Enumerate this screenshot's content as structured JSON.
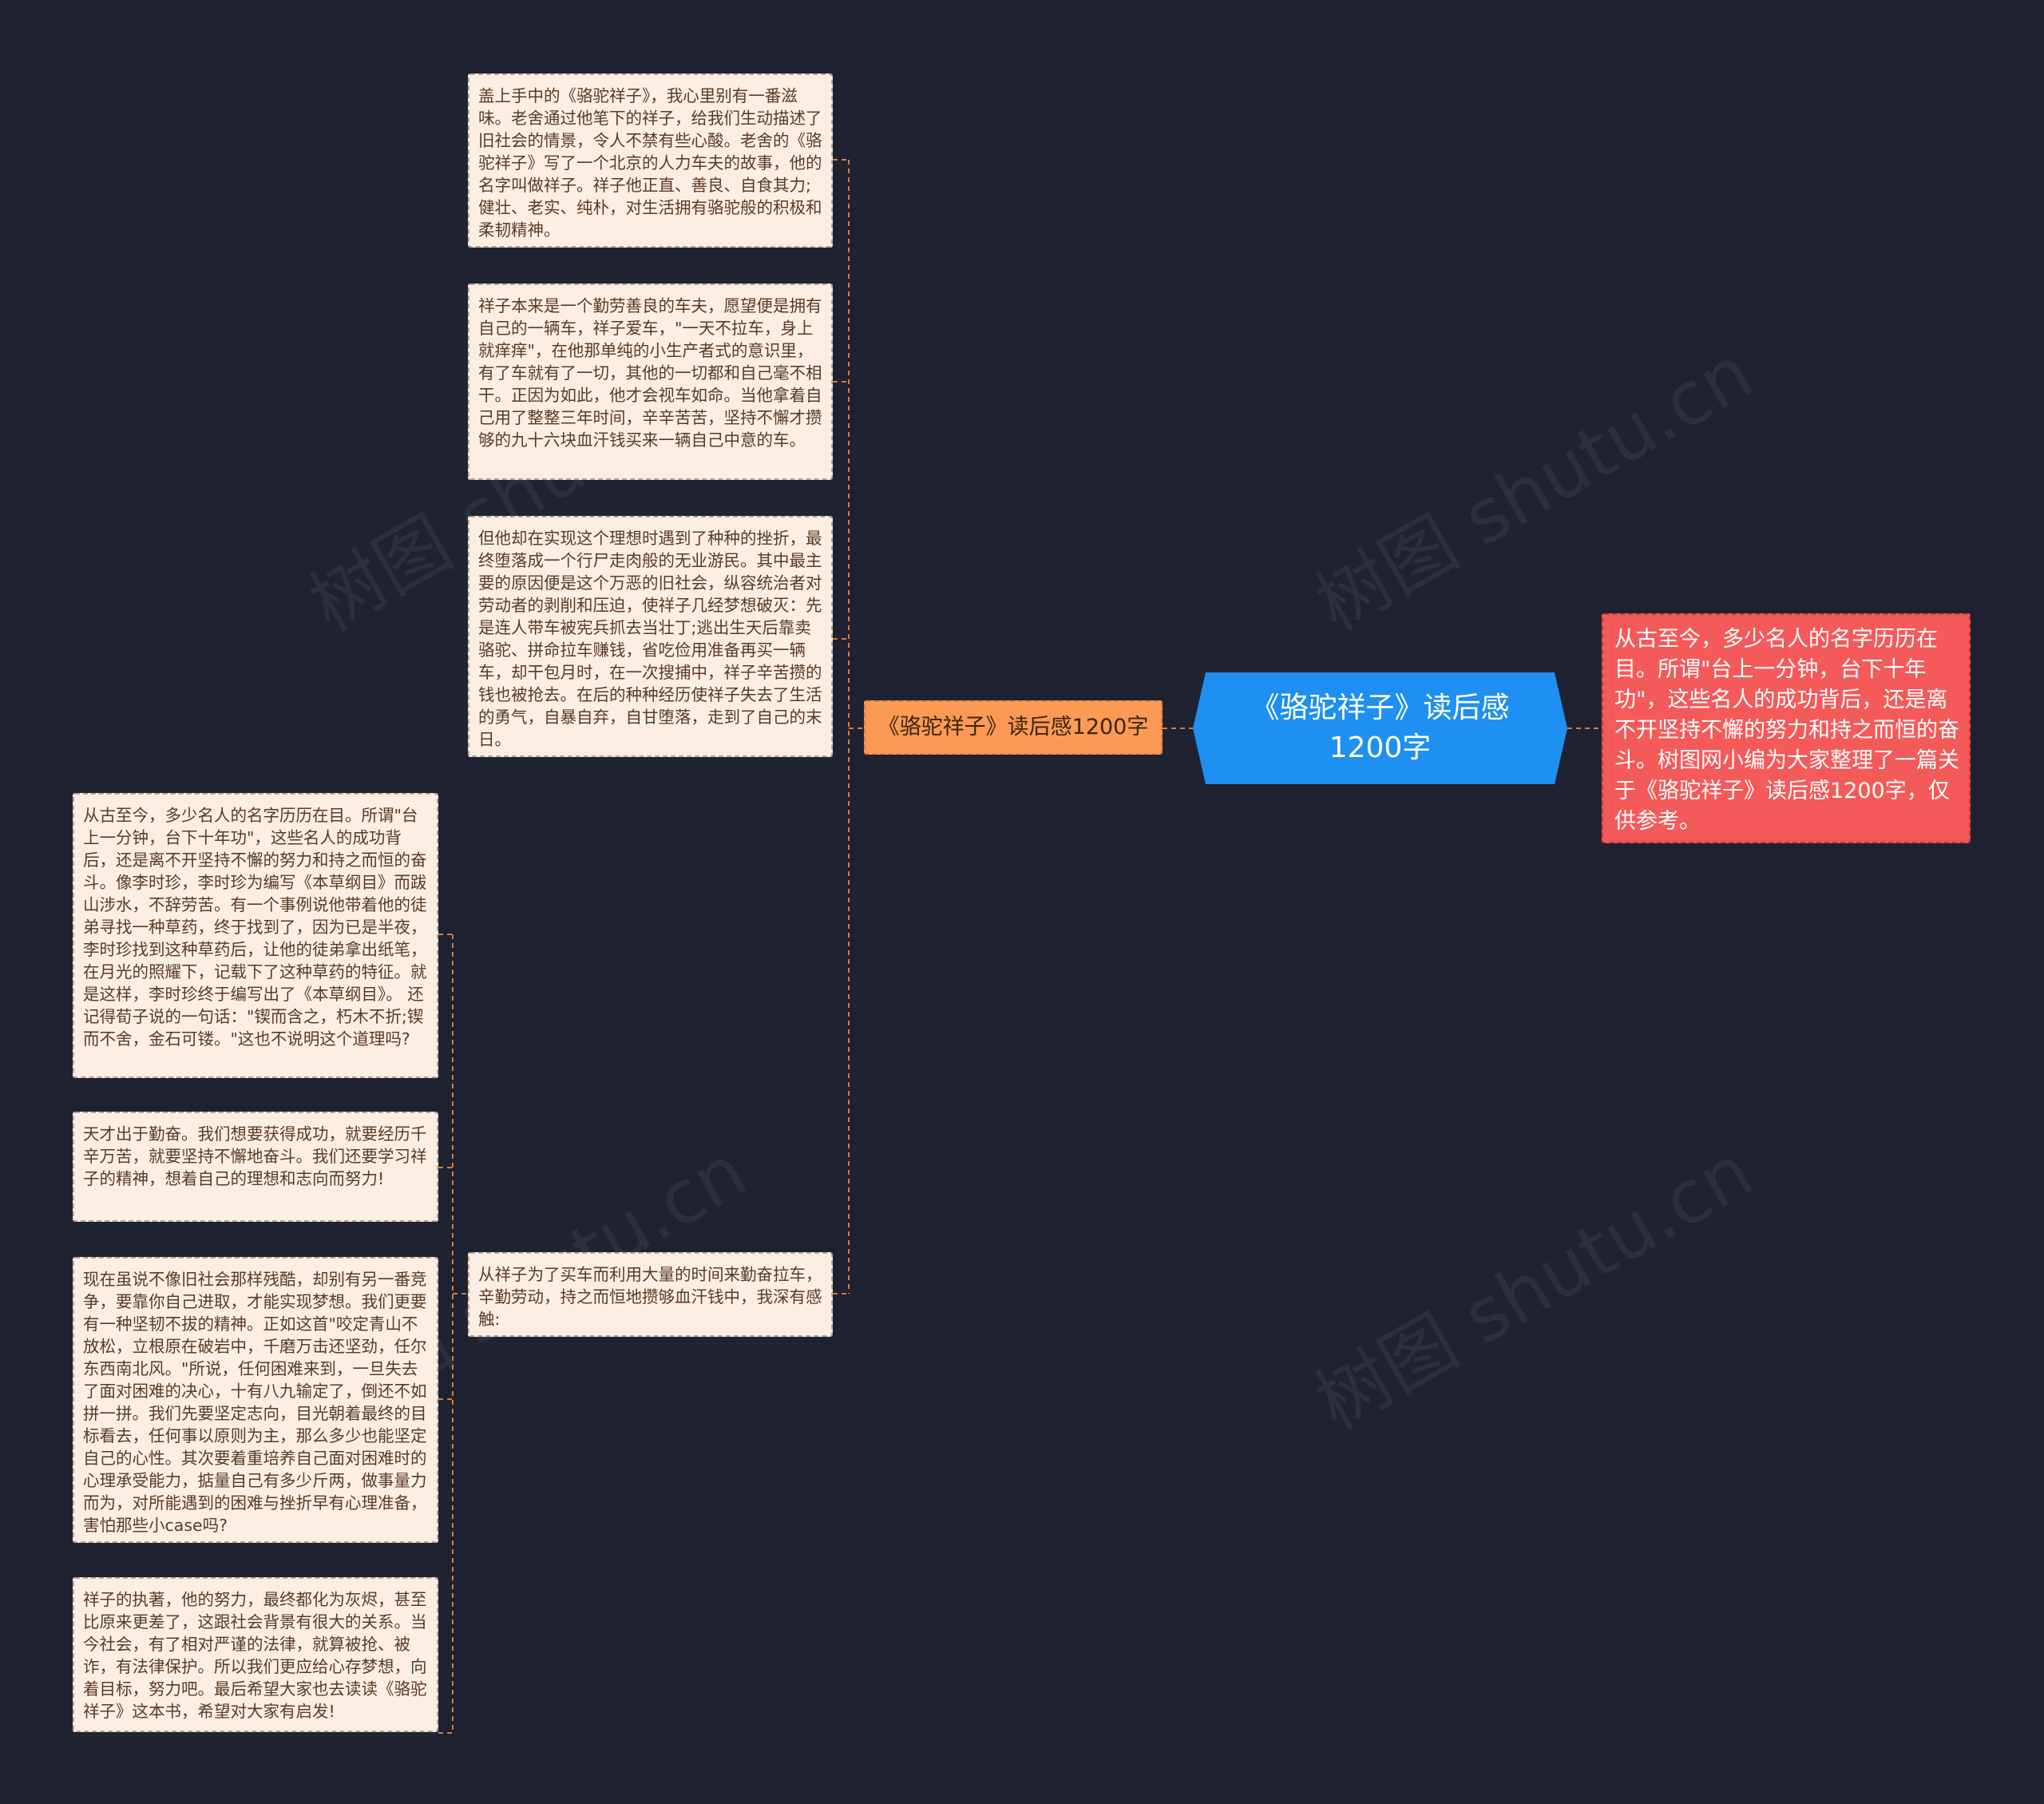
{
  "root": {
    "title": "《骆驼祥子》读后感1200字"
  },
  "summary": {
    "text": "从古至今，多少名人的名字历历在目。所谓\"台上一分钟，台下十年功\"，这些名人的成功背后，还是离不开坚持不懈的努力和持之而恒的奋斗。树图网小编为大家整理了一篇关于《骆驼祥子》读后感1200字，仅供参考。"
  },
  "branch": {
    "label": "《骆驼祥子》读后感1200字"
  },
  "upper_notes": [
    "盖上手中的《骆驼祥子》，我心里别有一番滋味。老舍通过他笔下的祥子，给我们生动描述了旧社会的情景，令人不禁有些心酸。老舍的《骆驼祥子》写了一个北京的人力车夫的故事，他的名字叫做祥子。祥子他正直、善良、自食其力;健壮、老实、纯朴，对生活拥有骆驼般的积极和柔韧精神。",
    "祥子本来是一个勤劳善良的车夫，愿望便是拥有自己的一辆车，祥子爱车，\"一天不拉车，身上就痒痒\"，在他那单纯的小生产者式的意识里，有了车就有了一切，其他的一切都和自己毫不相干。正因为如此，他才会视车如命。当他拿着自己用了整整三年时间，辛辛苦苦，坚持不懈才攒够的九十六块血汗钱买来一辆自己中意的车。",
    "但他却在实现这个理想时遇到了种种的挫折，最终堕落成一个行尸走肉般的无业游民。其中最主要的原因便是这个万恶的旧社会，纵容统治者对劳动者的剥削和压迫，使祥子几经梦想破灭：先是连人带车被宪兵抓去当壮丁;逃出生天后靠卖骆驼、拼命拉车赚钱，省吃俭用准备再买一辆车，却干包月时，在一次搜捕中，祥子辛苦攒的钱也被抢去。在后的种种经历使祥子失去了生活的勇气，自暴自弃，自甘堕落，走到了自己的末日。"
  ],
  "bridge_note": "从祥子为了买车而利用大量的时间来勤奋拉车，辛勤劳动，持之而恒地攒够血汗钱中，我深有感触:",
  "lower_notes": [
    "从古至今，多少名人的名字历历在目。所谓\"台上一分钟，台下十年功\"，这些名人的成功背后，还是离不开坚持不懈的努力和持之而恒的奋斗。像李时珍，李时珍为编写《本草纲目》而跋山涉水，不辞劳苦。有一个事例说他带着他的徒弟寻找一种草药，终于找到了，因为已是半夜，李时珍找到这种草药后，让他的徒弟拿出纸笔，在月光的照耀下，记载下了这种草药的特征。就是这样，李时珍终于编写出了《本草纲目》。 还记得荀子说的一句话：\"锲而含之，朽木不折;锲而不舍，金石可镂。\"这也不说明这个道理吗?",
    "天才出于勤奋。我们想要获得成功，就要经历千辛万苦，就要坚持不懈地奋斗。我们还要学习祥子的精神，想着自己的理想和志向而努力!",
    "现在虽说不像旧社会那样残酷，却别有另一番竞争，要靠你自己进取，才能实现梦想。我们更要有一种坚韧不拔的精神。正如这首\"咬定青山不放松，立根原在破岩中，千磨万击还坚劲，任尔东西南北风。\"所说，任何困难来到，一旦失去了面对困难的决心，十有八九输定了，倒还不如拼一拼。我们先要坚定志向，目光朝着最终的目标看去，任何事以原则为主，那么多少也能坚定自己的心性。其次要着重培养自己面对困难时的心理承受能力，掂量自己有多少斤两，做事量力而为，对所能遇到的困难与挫折早有心理准备，害怕那些小case吗?",
    "祥子的执著，他的努力，最终都化为灰烬，甚至比原来更差了，这跟社会背景有很大的关系。当今社会，有了相对严谨的法律，就算被抢、被诈，有法律保护。所以我们更应给心存梦想，向着目标，努力吧。最后希望大家也去读读《骆驼祥子》这本书，希望对大家有启发!"
  ],
  "watermark": "树图 shutu.cn",
  "colors": {
    "background": "#1f2231",
    "root": "#1e90f1",
    "summary": "#f45a5a",
    "branch": "#fb9a54",
    "note": "#fdeee3",
    "connector": "#e07b34"
  }
}
